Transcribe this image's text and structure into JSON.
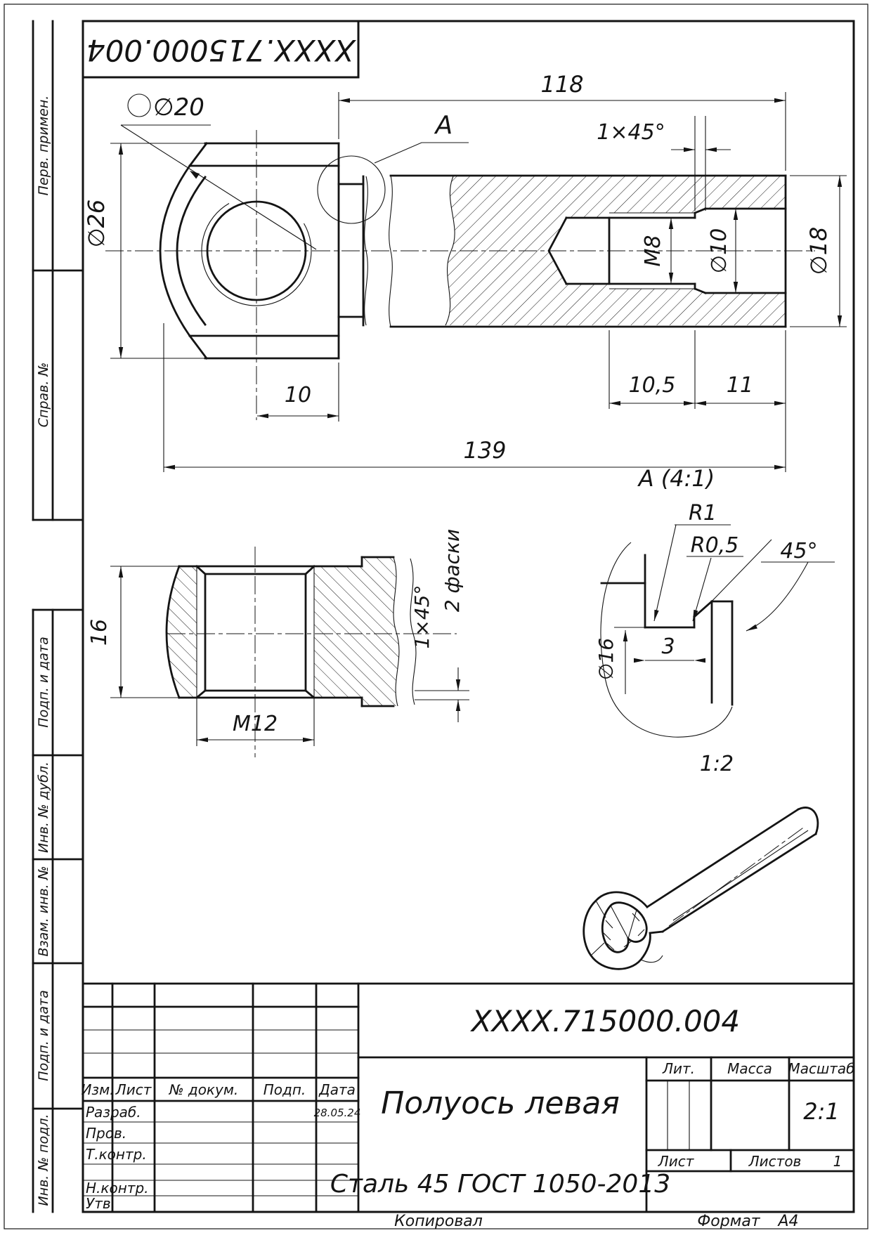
{
  "top_stamp": {
    "designation": "XXXX.715000.004"
  },
  "margin": {
    "labels": [
      "Перв. примен.",
      "Справ. №",
      "Подп. и дата",
      "Инв. № дубл.",
      "Взам. инв. №",
      "Подп. и дата",
      "Инв. № подл."
    ]
  },
  "main_view": {
    "dims": {
      "len118": "118",
      "chamfer": "1×45°",
      "view_label": "A",
      "sphere": "∅20",
      "d26": "∅26",
      "thread": "M8",
      "d10": "∅10",
      "d18": "∅18",
      "w10": "10",
      "t105": "10,5",
      "t11": "11",
      "len139": "139"
    }
  },
  "section_view": {
    "dims": {
      "h16": "16",
      "thread": "M12",
      "chamfer": "1×45°",
      "note": "2 фаски"
    }
  },
  "detail_view": {
    "title": "A (4:1)",
    "r1": "R1",
    "r05": "R0,5",
    "a45": "45°",
    "d16": "∅16",
    "w3": "3"
  },
  "iso_view": {
    "scale": "1:2"
  },
  "title_block": {
    "designation": "XXXX.715000.004",
    "name": "Полуось левая",
    "material": "Сталь 45  ГОСТ 1050-2013",
    "date": "28.05.24",
    "cols": {
      "izm": "Изм.",
      "list": "Лист",
      "doc": "№ докум.",
      "podp": "Подп.",
      "data": "Дата"
    },
    "rows": {
      "razrab": "Разраб.",
      "prov": "Пров.",
      "tkontr": "Т.контр.",
      "nkontr": "Н.контр.",
      "utv": "Утв."
    },
    "lit": "Лит.",
    "massa": "Масса",
    "masshtab": "Масштаб",
    "scale": "2:1",
    "sheet_label": "Лист",
    "sheets_label": "Листов",
    "sheets_value": "1",
    "footer": {
      "kopiroval": "Копировал",
      "format_label": "Формат",
      "format_value": "А4"
    }
  }
}
